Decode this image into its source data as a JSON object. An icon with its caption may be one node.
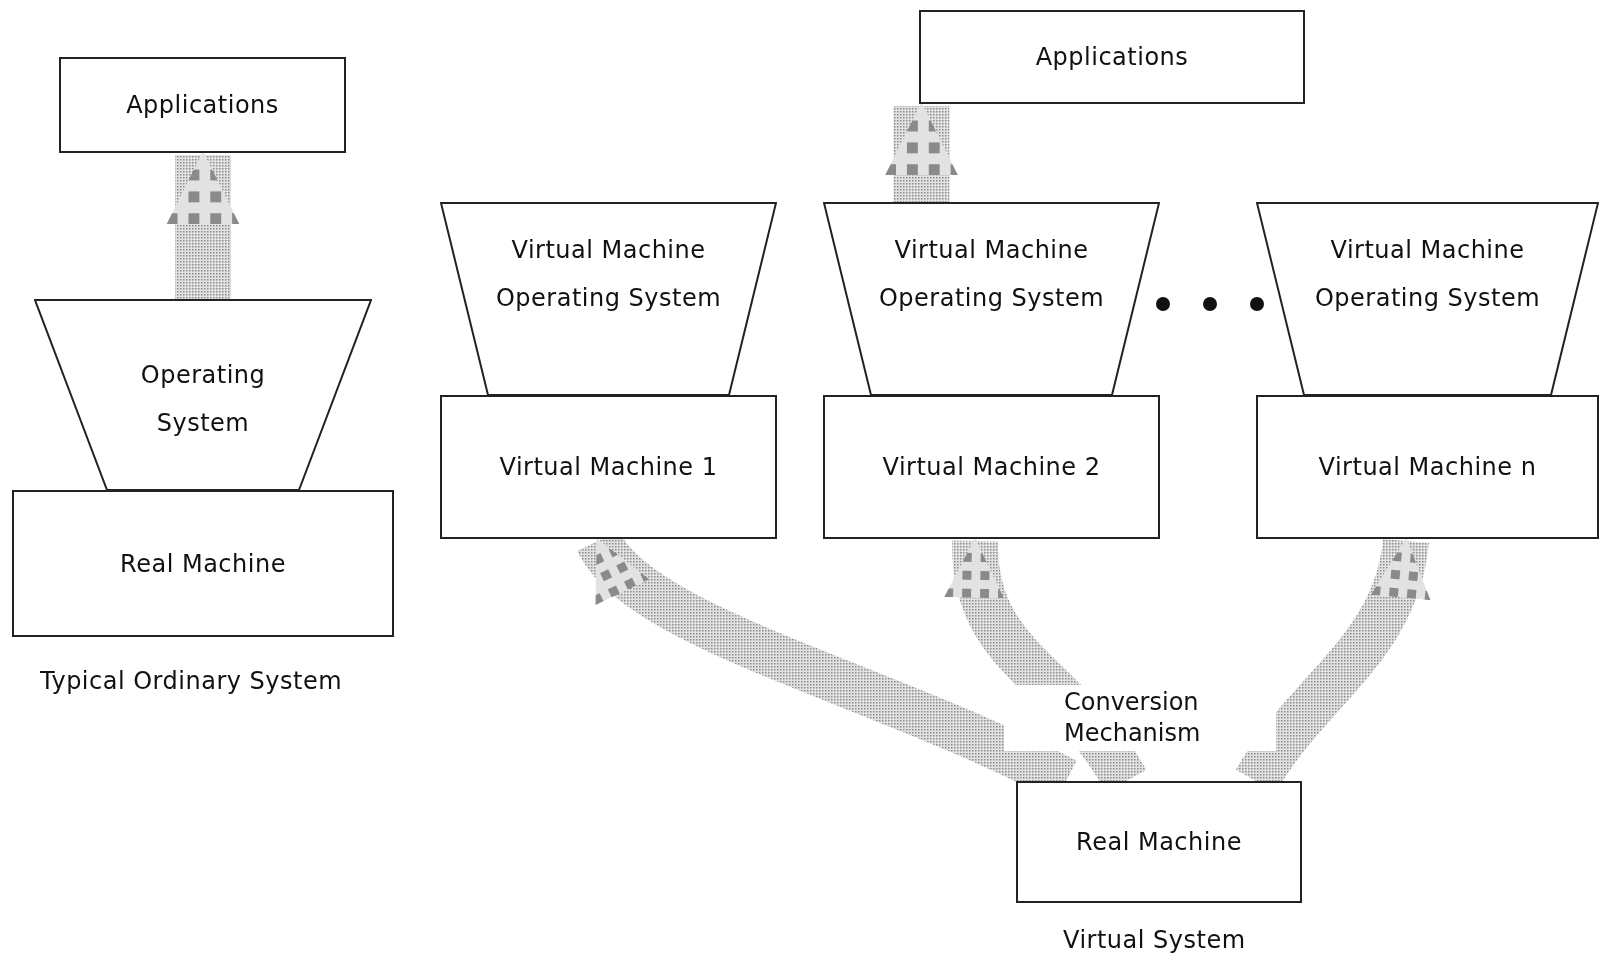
{
  "diagram": {
    "nodes": [
      {
        "text": [
          "Applications"
        ]
      },
      {
        "text": [
          "Operating System"
        ]
      },
      {
        "text": [
          "Real Machine"
        ]
      },
      {
        "text": [
          "Applications"
        ]
      },
      {
        "text": [
          "Virtual Machine Operating System"
        ]
      },
      {
        "text": [
          "Virtual Machine 1"
        ]
      },
      {
        "text": [
          "Virtual Machine Operating System"
        ]
      },
      {
        "text": [
          "Virtual Machine 2"
        ]
      },
      {
        "text": [
          "Virtual Machine Operating System"
        ]
      },
      {
        "text": [
          "Virtual Machine n"
        ]
      },
      {
        "text": [
          "Real Machine"
        ]
      }
    ],
    "edges": [
      {
        "from": 1,
        "to": 0,
        "arrow": "to"
      },
      {
        "from": 6,
        "to": 3,
        "arrow": "to"
      },
      {
        "from": 10,
        "to": 5,
        "arrow": "to"
      },
      {
        "from": 10,
        "to": 7,
        "arrow": "to",
        "label": "Conversion Mechanism"
      },
      {
        "from": 10,
        "to": 9,
        "arrow": "to"
      }
    ],
    "labels": [
      "Typical Ordinary System",
      "Virtual System"
    ]
  }
}
